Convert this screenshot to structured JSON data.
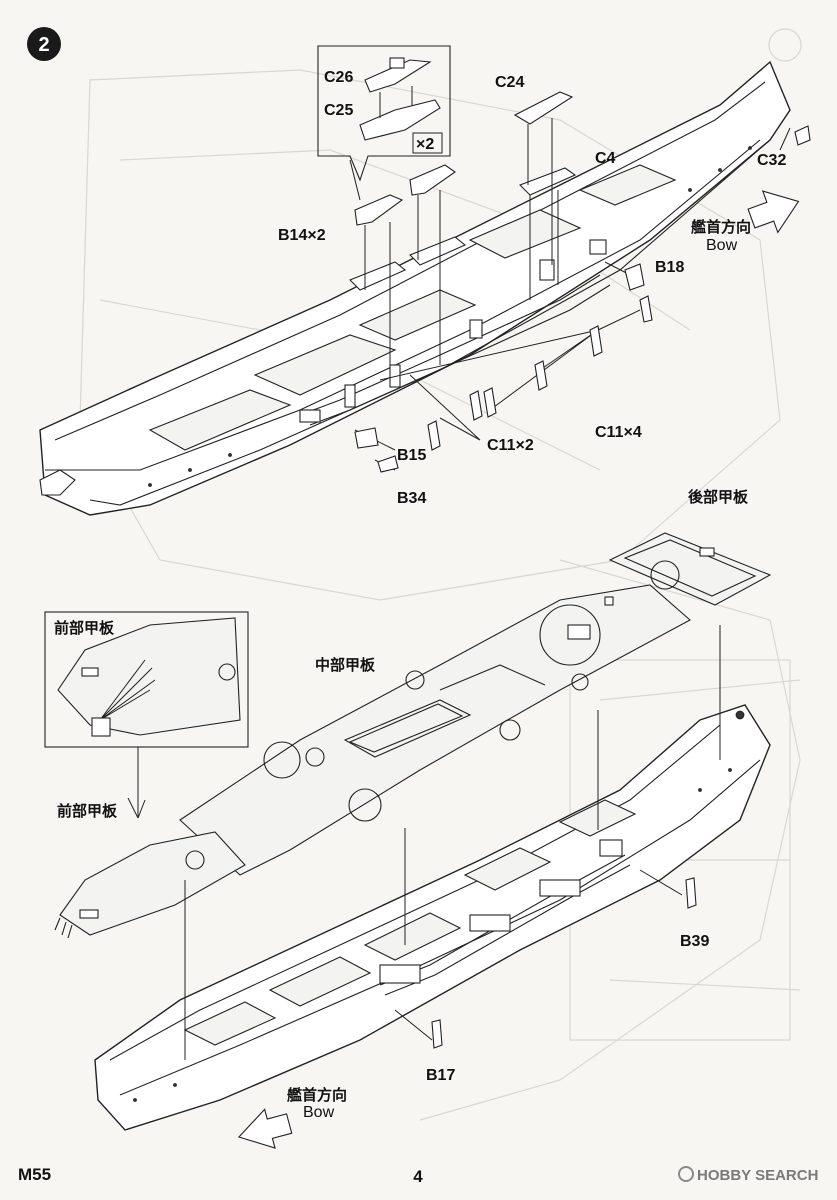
{
  "step": {
    "number": "2"
  },
  "footer": {
    "code": "M55",
    "page": "4",
    "watermark": "HOBBY SEARCH"
  },
  "labels": {
    "c26": "C26",
    "c25": "C25",
    "x2": "×2",
    "c24": "C24",
    "c4": "C4",
    "c32": "C32",
    "bow_jp_top": "艦首方向",
    "bow_en_top": "Bow",
    "b14": "B14×2",
    "b18": "B18",
    "c11_x2": "C11×2",
    "c11_x4": "C11×4",
    "b15": "B15",
    "b34": "B34",
    "rear_deck": "後部甲板",
    "mid_deck": "中部甲板",
    "front_deck_inset": "前部甲板",
    "front_deck": "前部甲板",
    "b39": "B39",
    "b17": "B17",
    "bow_jp_bottom": "艦首方向",
    "bow_en_bottom": "Bow"
  }
}
